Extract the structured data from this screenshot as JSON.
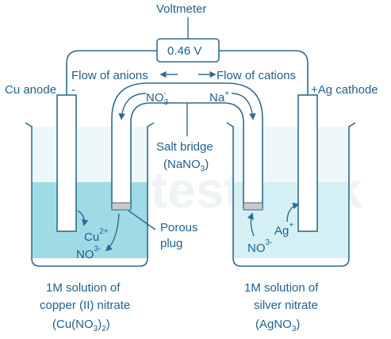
{
  "labels": {
    "voltmeter": "Voltmeter",
    "voltage": "0.46 V",
    "anode": "Cu anode",
    "anode_sign": "-",
    "cathode": "+Ag cathode",
    "anion_flow": "Flow of anions",
    "cation_flow": "Flow of cations",
    "anion_ion_base": "NO",
    "anion_ion_sub": "3",
    "anion_ion_sup": "-",
    "cation_ion_base": "Na",
    "cation_ion_sup": "+",
    "salt_bridge": "Salt bridge",
    "salt_bridge_formula_open": "(NaNO",
    "salt_bridge_formula_sub": "3",
    "salt_bridge_formula_close": ")",
    "porous_plug_line1": "Porous",
    "porous_plug_line2": "plug",
    "left_cation_base": "Cu",
    "left_cation_sup": "2+",
    "left_anion_base": "NO",
    "left_anion_sup": "3-",
    "right_cation_base": "Ag",
    "right_cation_sup": "+",
    "right_anion_base": "NO",
    "right_anion_sup": "3-",
    "left_solution_line1": "1M solution of",
    "left_solution_line2": "copper (II) nitrate",
    "left_formula_open": "(Cu(NO",
    "left_formula_sub": "3",
    "left_formula_close": ")",
    "left_formula_sub2": "2",
    "left_formula_close2": ")",
    "right_solution_line1": "1M solution of",
    "right_solution_line2": "silver nitrate",
    "right_formula": "(AgNO",
    "right_formula_sub": "3",
    "right_formula_close": ")",
    "watermark": "testbook"
  },
  "colors": {
    "line": "#2f6a93",
    "solution": "#9fdbe5",
    "glass": "#dff1f6",
    "text": "#1f5f8f",
    "watermark": "#eef3f5"
  }
}
